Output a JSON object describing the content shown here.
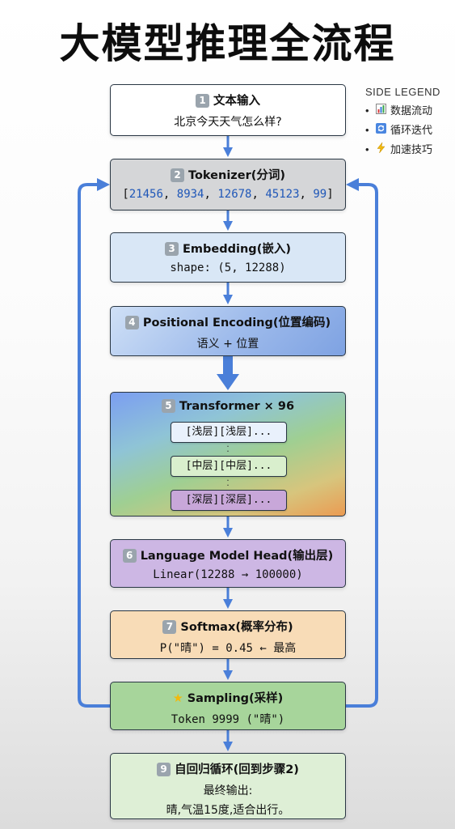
{
  "title": "大模型推理全流程",
  "legend": {
    "title": "SIDE LEGEND",
    "items": [
      {
        "icon": "bar-chart-icon",
        "label": "数据流动"
      },
      {
        "icon": "cycle-icon",
        "label": "循环迭代"
      },
      {
        "icon": "lightning-icon",
        "label": "加速技巧"
      }
    ]
  },
  "colors": {
    "arrow": "#4a7fd9",
    "border": "#2a3744"
  },
  "steps": {
    "s1": {
      "num": "1",
      "title": "文本输入",
      "sub": "北京今天天气怎么样?"
    },
    "s2": {
      "num": "2",
      "title": "Tokenizer(分词)",
      "sub_open": "[",
      "tokens": [
        "21456",
        "8934",
        "12678",
        "45123",
        "99"
      ],
      "sub_close": "]"
    },
    "s3": {
      "num": "3",
      "title": "Embedding(嵌入)",
      "sub": "shape: (5, 12288)"
    },
    "s4": {
      "num": "4",
      "title": "Positional Encoding(位置编码)",
      "sub": "语义 + 位置"
    },
    "s5": {
      "num": "5",
      "title": "Transformer × 96",
      "layers": [
        "[浅层][浅层]...",
        "[中层][中层]...",
        "[深层][深层]..."
      ]
    },
    "s6": {
      "num": "6",
      "title": "Language Model Head(输出层)",
      "sub": "Linear(12288 → 100000)"
    },
    "s7": {
      "num": "7",
      "title": "Softmax(概率分布)",
      "sub": "P(\"晴\") = 0.45 ← 最高"
    },
    "s8": {
      "icon": "star-icon",
      "title": "Sampling(采样)",
      "sub": "Token 9999 (\"晴\")"
    },
    "s9": {
      "num": "9",
      "title": "自回归循环(回到步骤2)",
      "sub1": "最终输出:",
      "sub2": "晴,气温15度,适合出行。"
    }
  }
}
